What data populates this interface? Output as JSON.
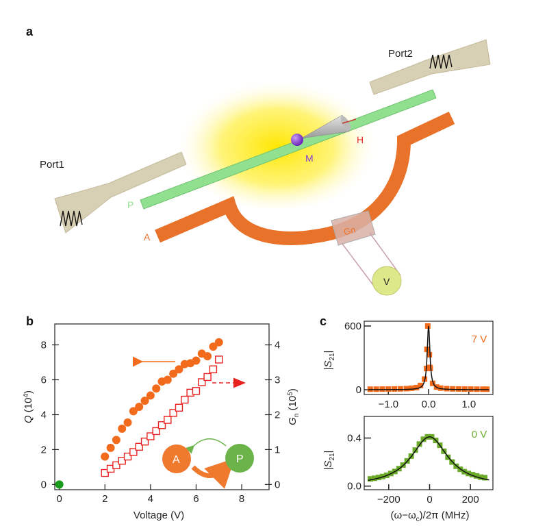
{
  "panel_labels": {
    "a": "a",
    "b": "b",
    "c": "c"
  },
  "diagram": {
    "port1": "Port1",
    "port2": "Port2",
    "label_p": "P",
    "label_a": "A",
    "label_m": "M",
    "label_h": "H",
    "label_gn": "Gn",
    "label_v": "V",
    "colors": {
      "photon": "#90e090",
      "antenna": "#e8722a",
      "pad": "#d8d0b4",
      "magnon": "#8a3fd0",
      "glow": "#ffe600",
      "meter": "#dde88a"
    }
  },
  "chart_data": [
    {
      "id": "b",
      "type": "scatter",
      "xlabel": "Voltage (V)",
      "ylabel": {
        "base": "Q",
        "unit": " (10",
        "exp": "4",
        "close": ")"
      },
      "y2label": {
        "base": "G",
        "sub": "n",
        "unit": " (10",
        "exp": "5",
        "close": ")"
      },
      "xlim": [
        -0.2,
        9.2
      ],
      "ylim": [
        -0.3,
        9.2
      ],
      "y2lim": [
        -0.15,
        4.6
      ],
      "xticks": [
        0,
        2,
        4,
        6,
        8
      ],
      "yticks": [
        0,
        2,
        4,
        6,
        8
      ],
      "y2ticks": [
        0,
        1,
        2,
        3,
        4
      ],
      "series": [
        {
          "name": "Q",
          "axis": "left",
          "marker": "filled-circle",
          "color": "#f26a1b",
          "x": [
            2.0,
            2.25,
            2.5,
            2.75,
            3.0,
            3.25,
            3.5,
            3.75,
            4.0,
            4.25,
            4.5,
            4.75,
            5.0,
            5.25,
            5.5,
            5.75,
            6.0,
            6.25,
            6.5,
            6.75,
            7.0
          ],
          "y": [
            1.6,
            2.1,
            2.55,
            3.2,
            3.55,
            4.2,
            4.45,
            4.8,
            5.1,
            5.5,
            5.9,
            6.0,
            6.35,
            6.6,
            6.9,
            6.95,
            7.1,
            7.5,
            7.35,
            7.9,
            8.15
          ]
        },
        {
          "name": "Q at 0 V",
          "axis": "left",
          "marker": "filled-circle",
          "color": "#1a9a1a",
          "x": [
            0
          ],
          "y": [
            0
          ]
        },
        {
          "name": "Gn",
          "axis": "right",
          "marker": "open-square",
          "color": "#e82020",
          "x": [
            2.0,
            2.25,
            2.5,
            2.75,
            3.0,
            3.25,
            3.5,
            3.75,
            4.0,
            4.25,
            4.5,
            4.75,
            5.0,
            5.25,
            5.5,
            5.75,
            6.0,
            6.25,
            6.5,
            6.75,
            7.0
          ],
          "y": [
            0.33,
            0.45,
            0.55,
            0.68,
            0.8,
            0.93,
            1.08,
            1.23,
            1.38,
            1.53,
            1.7,
            1.85,
            2.05,
            2.2,
            2.43,
            2.63,
            2.68,
            2.93,
            3.08,
            3.3,
            3.58
          ]
        }
      ],
      "inset": {
        "node_a": "A",
        "node_p": "P",
        "color_a": "#ef7a2e",
        "color_p": "#6cb34a"
      }
    },
    {
      "id": "c-top",
      "type": "scatter",
      "annotation": "7 V",
      "annotation_color": "#f26a1b",
      "ylabel": {
        "base": "|S",
        "sub": "21",
        "end": "|"
      },
      "xlim": [
        -1.6,
        1.6
      ],
      "ylim": [
        -45,
        645
      ],
      "xticks": [
        -1.0,
        0.0,
        1.0
      ],
      "xticklabels": [
        "−1.0",
        "0.0",
        "1.0"
      ],
      "yticks": [
        0,
        600
      ],
      "marker_color": "#f26a1b",
      "x": [
        -1.45,
        -1.3,
        -1.15,
        -1.0,
        -0.85,
        -0.7,
        -0.55,
        -0.42,
        -0.3,
        -0.2,
        -0.1,
        -0.05,
        -0.04,
        -0.02,
        0.02,
        0.03,
        0.04,
        0.1,
        0.2,
        0.3,
        0.45,
        0.6,
        0.75,
        0.9,
        1.05,
        1.2,
        1.35,
        1.45
      ],
      "y": [
        5,
        5,
        6,
        6,
        7,
        8,
        10,
        14,
        20,
        40,
        100,
        200,
        380,
        600,
        330,
        210,
        200,
        60,
        25,
        15,
        10,
        8,
        7,
        6,
        6,
        5,
        5,
        5
      ],
      "fit": {
        "type": "lorentzian",
        "peak": 600,
        "center": 0,
        "hwhm": 0.04
      }
    },
    {
      "id": "c-bottom",
      "type": "scatter",
      "annotation": "0 V",
      "annotation_color": "#6cab2a",
      "ylabel": {
        "base": "|S",
        "sub": "21",
        "end": "|"
      },
      "xlabel": {
        "a": "(ω−ω",
        "sub": "c",
        "b": ")/2π (MHz)"
      },
      "xlim": [
        -320,
        310
      ],
      "ylim": [
        -0.03,
        0.58
      ],
      "xticks": [
        -200,
        0,
        200
      ],
      "xticklabels": [
        "−200",
        "0",
        "200"
      ],
      "yticks": [
        0.0,
        0.4
      ],
      "yticklabels": [
        "0.0",
        "0.4"
      ],
      "marker_color": "#6cab2a",
      "x": [
        -290,
        -270,
        -250,
        -230,
        -210,
        -190,
        -170,
        -150,
        -130,
        -110,
        -90,
        -70,
        -50,
        -30,
        -10,
        10,
        30,
        50,
        70,
        90,
        110,
        130,
        150,
        170,
        190,
        210,
        230,
        250,
        270
      ],
      "y": [
        0.06,
        0.065,
        0.072,
        0.08,
        0.09,
        0.105,
        0.122,
        0.145,
        0.175,
        0.21,
        0.25,
        0.3,
        0.35,
        0.39,
        0.41,
        0.41,
        0.38,
        0.34,
        0.29,
        0.24,
        0.2,
        0.165,
        0.14,
        0.12,
        0.105,
        0.095,
        0.085,
        0.075,
        0.07
      ],
      "fit": {
        "type": "lorentzian",
        "peak": 0.41,
        "center": 0,
        "hwhm": 110
      }
    }
  ]
}
